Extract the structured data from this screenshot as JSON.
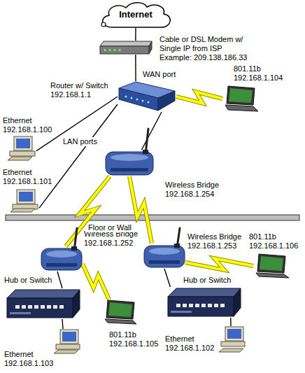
{
  "diagram": {
    "nodes": [
      {
        "text": [
          "Internet"
        ]
      },
      {
        "text": [
          "Cable or DSL Modem w/ Single IP from ISP",
          "Example: 209.138.186.33"
        ]
      },
      {
        "text": [
          "Router w/ Switch",
          "192.168.1.1"
        ]
      },
      {
        "text": [
          "Ethernet",
          "192.168.1.100"
        ]
      },
      {
        "text": [
          "801.11b",
          "192.168.1.104"
        ]
      },
      {
        "text": [
          "Ethernet",
          "192.168.1.101"
        ]
      },
      {
        "text": [
          "Wireless Bridge",
          "192.168.1.254"
        ]
      },
      {
        "text": [
          "Wireless Bridge",
          "192.168.1.252"
        ]
      },
      {
        "text": [
          "Wireless Bridge",
          "192.168.1.253"
        ]
      },
      {
        "text": [
          "801.11b",
          "192.168.1.106"
        ]
      },
      {
        "text": [
          "Hub or Switch"
        ]
      },
      {
        "text": [
          "Hub or Switch"
        ]
      },
      {
        "text": [
          "801.11b",
          "192.168.1.105"
        ]
      },
      {
        "text": [
          "Ethernet",
          "192.168.1.103"
        ]
      },
      {
        "text": [
          "Ethernet",
          "192.168.1.102"
        ]
      }
    ],
    "edges": [
      {
        "from": 0,
        "to": 1,
        "arrow": "none"
      },
      {
        "from": 1,
        "to": 2,
        "arrow": "none"
      },
      {
        "from": 2,
        "to": 3,
        "arrow": "none"
      },
      {
        "from": 2,
        "to": 5,
        "arrow": "none"
      },
      {
        "from": 2,
        "to": 6,
        "arrow": "none"
      },
      {
        "from": 2,
        "to": 4,
        "arrow": "none"
      },
      {
        "from": 6,
        "to": 7,
        "arrow": "none"
      },
      {
        "from": 6,
        "to": 8,
        "arrow": "none"
      },
      {
        "from": 7,
        "to": 10,
        "arrow": "none"
      },
      {
        "from": 7,
        "to": 12,
        "arrow": "none"
      },
      {
        "from": 8,
        "to": 9,
        "arrow": "none"
      },
      {
        "from": 8,
        "to": 11,
        "arrow": "none"
      },
      {
        "from": 10,
        "to": 13,
        "arrow": "none"
      },
      {
        "from": 11,
        "to": 14,
        "arrow": "none"
      }
    ],
    "labels": [
      "WAN port",
      "LAN ports",
      "Floor or Wall"
    ]
  }
}
